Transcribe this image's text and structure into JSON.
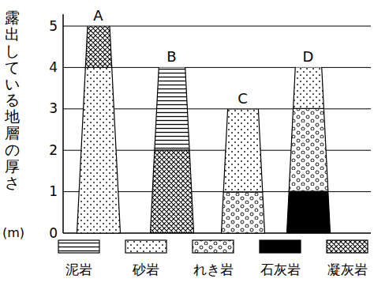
{
  "diagram": {
    "nodes": [
      {
        "text": [
          "A"
        ]
      },
      {
        "text": [
          "B"
        ]
      },
      {
        "text": [
          "C"
        ]
      },
      {
        "text": [
          "D"
        ]
      }
    ],
    "labels": [
      "露出している地層の厚さ",
      "(m)",
      "0",
      "1",
      "2",
      "3",
      "4",
      "5"
    ],
    "legend": [
      {
        "text": "泥岩"
      },
      {
        "text": "砂岩"
      },
      {
        "text": "れき岩"
      },
      {
        "text": "石灰岩",
        "color": "#000000"
      },
      {
        "text": "凝灰岩"
      }
    ]
  }
}
